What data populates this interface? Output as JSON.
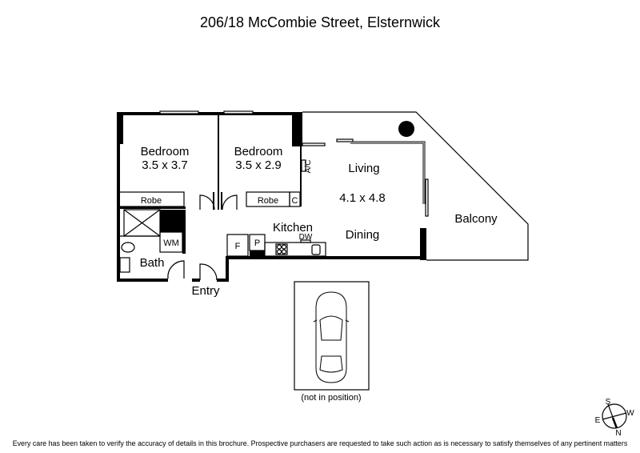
{
  "title": "206/18 McCombie Street, Elsternwick",
  "rooms": {
    "bedroom1": {
      "name": "Bedroom",
      "size": "3.5 x 3.7"
    },
    "bedroom2": {
      "name": "Bedroom",
      "size": "3.5 x 2.9"
    },
    "living": {
      "name": "Living",
      "size": "4.1 x 4.8"
    },
    "dining": "Dining",
    "kitchen": "Kitchen",
    "balcony": "Balcony",
    "bath": "Bath",
    "entry": "Entry",
    "robe1": "Robe",
    "robe2": "Robe",
    "cupboard": "C",
    "ac": "A/C",
    "wm": "WM",
    "fridge": "F",
    "pantry": "P",
    "dw": "DW"
  },
  "parking": {
    "note": "(not in position)"
  },
  "compass": {
    "s": "S",
    "w": "W",
    "e": "E",
    "n": "N"
  },
  "footer": "Every care has been taken to verify the accuracy of details in this brochure. Prospective purchasers are requested to take such action as is necessary to satisfy themselves of any pertinent matters"
}
